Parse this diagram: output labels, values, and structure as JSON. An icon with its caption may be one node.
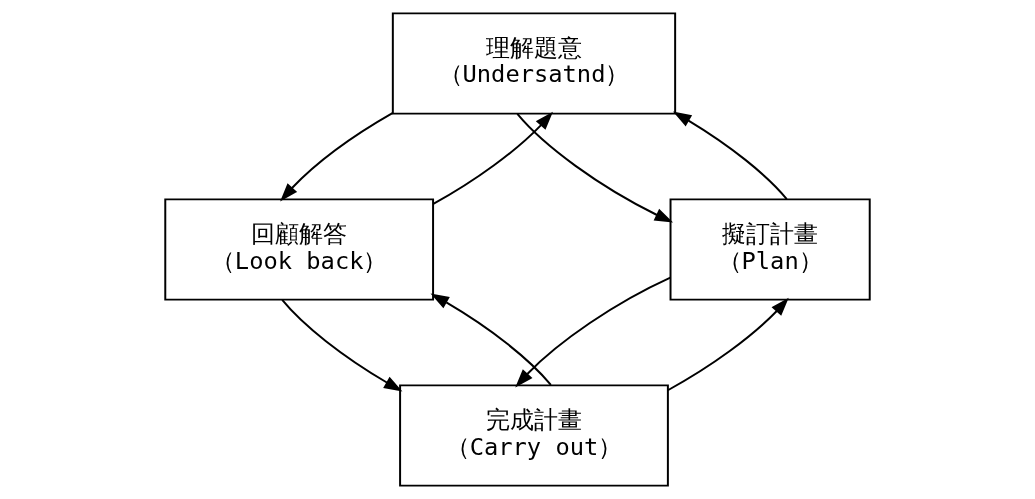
{
  "diagram": {
    "nodes": [
      {
        "text": [
          "理解題意",
          "（Undersatnd）"
        ]
      },
      {
        "text": [
          "回顧解答",
          "（Look back）"
        ]
      },
      {
        "text": [
          "擬訂計畫",
          "（Plan）"
        ]
      },
      {
        "text": [
          "完成計畫",
          "（Carry out）"
        ]
      }
    ],
    "edges": [
      {
        "from": 0,
        "to": 1,
        "arrow": "to"
      },
      {
        "from": 1,
        "to": 0,
        "arrow": "to"
      },
      {
        "from": 0,
        "to": 2,
        "arrow": "to"
      },
      {
        "from": 2,
        "to": 0,
        "arrow": "to"
      },
      {
        "from": 1,
        "to": 3,
        "arrow": "to"
      },
      {
        "from": 3,
        "to": 1,
        "arrow": "to"
      },
      {
        "from": 2,
        "to": 3,
        "arrow": "to"
      },
      {
        "from": 3,
        "to": 2,
        "arrow": "to"
      }
    ]
  }
}
